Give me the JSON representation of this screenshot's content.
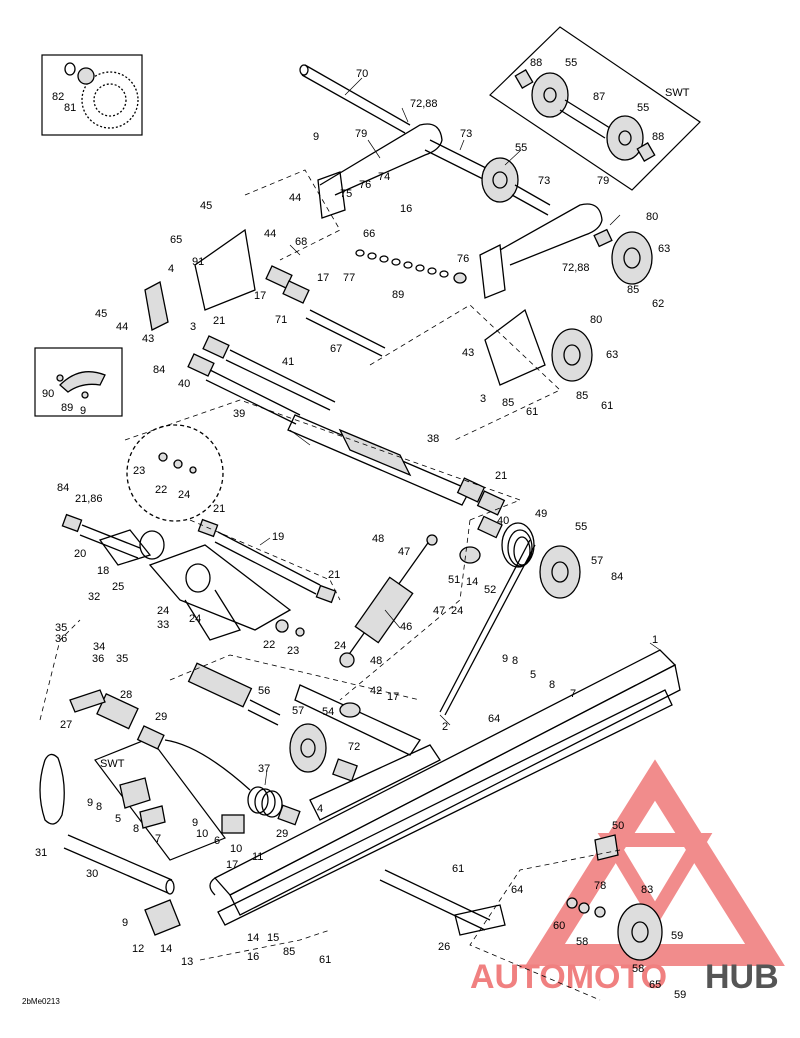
{
  "labels": {
    "l70": "70",
    "l7288a": "72,88",
    "l88a": "88",
    "l55a": "55",
    "l87": "87",
    "l55b": "55",
    "l88b": "88",
    "lSWTa": "SWT",
    "l82": "82",
    "l81": "81",
    "l9a": "9",
    "l79a": "79",
    "l73a": "73",
    "l55c": "55",
    "l73b": "73",
    "l79b": "79",
    "l44a": "44",
    "l75": "75",
    "l76a": "76",
    "l74": "74",
    "l66": "66",
    "l16a": "16",
    "l45a": "45",
    "l44b": "44",
    "l65": "65",
    "l68": "68",
    "l91": "91",
    "l17a": "17",
    "l77": "77",
    "l89a": "89",
    "l76b": "76",
    "l80a": "80",
    "l63a": "63",
    "l7288b": "72,88",
    "l85a": "85",
    "l62": "62",
    "l4a": "4",
    "l45b": "45",
    "l44c": "44",
    "l43a": "43",
    "l3a": "3",
    "l17b": "17",
    "l71": "71",
    "l21a": "21",
    "l67": "67",
    "l80b": "80",
    "l43b": "43",
    "l63b": "63",
    "l3b": "3",
    "l85b": "85",
    "l61a": "61",
    "l85c": "85",
    "l61b": "61",
    "l90": "90",
    "l89b": "89",
    "l9b": "9",
    "l84a": "84",
    "l40a": "40",
    "l41": "41",
    "l39": "39",
    "l38": "38",
    "l21b": "21",
    "l23a": "23",
    "l22a": "22",
    "l24a": "24",
    "l84b": "84",
    "l2186": "21,86",
    "l20": "20",
    "l21c": "21",
    "l19": "19",
    "l18": "18",
    "l21d": "21",
    "l48a": "48",
    "l47a": "47",
    "l40b": "40",
    "l49": "49",
    "l55d": "55",
    "l57a": "57",
    "l84c": "84",
    "l51": "51",
    "l14a": "14",
    "l52": "52",
    "l47b": "47",
    "l24b": "24",
    "l25": "25",
    "l32": "32",
    "l24c": "24",
    "l33": "33",
    "l35a": "35",
    "l36a": "36",
    "l34": "34",
    "l36b": "36",
    "l35b": "35",
    "l24d": "24",
    "l22b": "22",
    "l23b": "23",
    "l46": "46",
    "l24e": "24",
    "l1": "1",
    "l9c": "9",
    "l8a": "8",
    "l5a": "5",
    "l8b": "8",
    "l7a": "7",
    "l48b": "48",
    "l42": "42",
    "l17c": "17",
    "l56": "56",
    "l57b": "57",
    "l54": "54",
    "l28": "28",
    "l27": "27",
    "l29a": "29",
    "l2": "2",
    "l64a": "64",
    "l72": "72",
    "lSWTb": "SWT",
    "l9d": "9",
    "l8c": "8",
    "l5b": "5",
    "l8d": "8",
    "l7b": "7",
    "l37": "37",
    "l9e": "9",
    "l10a": "10",
    "l6": "6",
    "l10b": "10",
    "l11": "11",
    "l29b": "29",
    "l4b": "4",
    "l17d": "17",
    "l50": "50",
    "l61c": "61",
    "l31": "31",
    "l30": "30",
    "l64b": "64",
    "l78": "78",
    "l83": "83",
    "l60": "60",
    "l58a": "58",
    "l59a": "59",
    "l9f": "9",
    "l12": "12",
    "l14b": "14",
    "l13": "13",
    "l14c": "14",
    "l15": "15",
    "l16b": "16",
    "l85d": "85",
    "l61d": "61",
    "l26": "26",
    "l58b": "58",
    "l65b": "65",
    "l59b": "59"
  },
  "footer": {
    "drawing_code": "2bMe0213"
  },
  "watermark": {
    "text_auto": "AUTOMOTO",
    "text_hub": "HUB",
    "color_main": "#f08080",
    "color_dark": "#555555"
  }
}
